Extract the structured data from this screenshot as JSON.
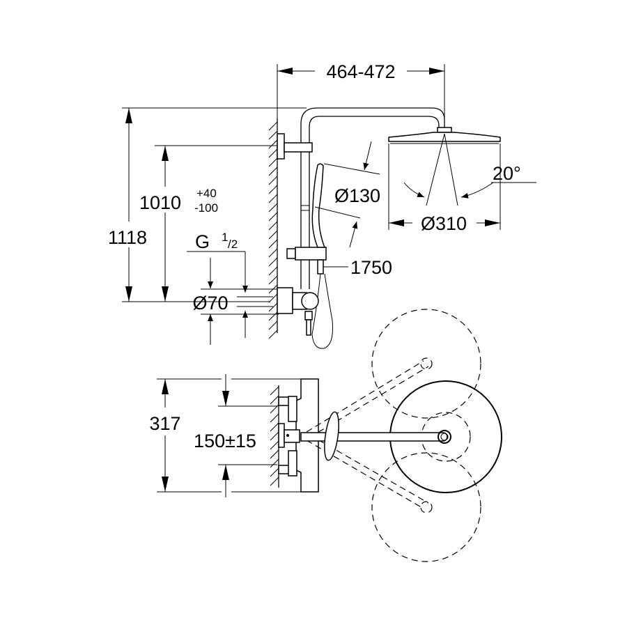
{
  "drawing": {
    "side_view": {
      "width_range": "464-472",
      "total_height": "1118",
      "bar_height": "1010",
      "bar_tolerance_plus": "+40",
      "bar_tolerance_minus": "-100",
      "thread": "G",
      "thread_num": "1",
      "thread_den": "/2",
      "escutcheon_diameter": "Ø70",
      "hand_shower_diameter": "Ø130",
      "head_diameter": "Ø310",
      "tilt_angle": "20°",
      "hose_length": "1750"
    },
    "top_view": {
      "depth": "317",
      "inlet_spacing": "150±15"
    }
  }
}
